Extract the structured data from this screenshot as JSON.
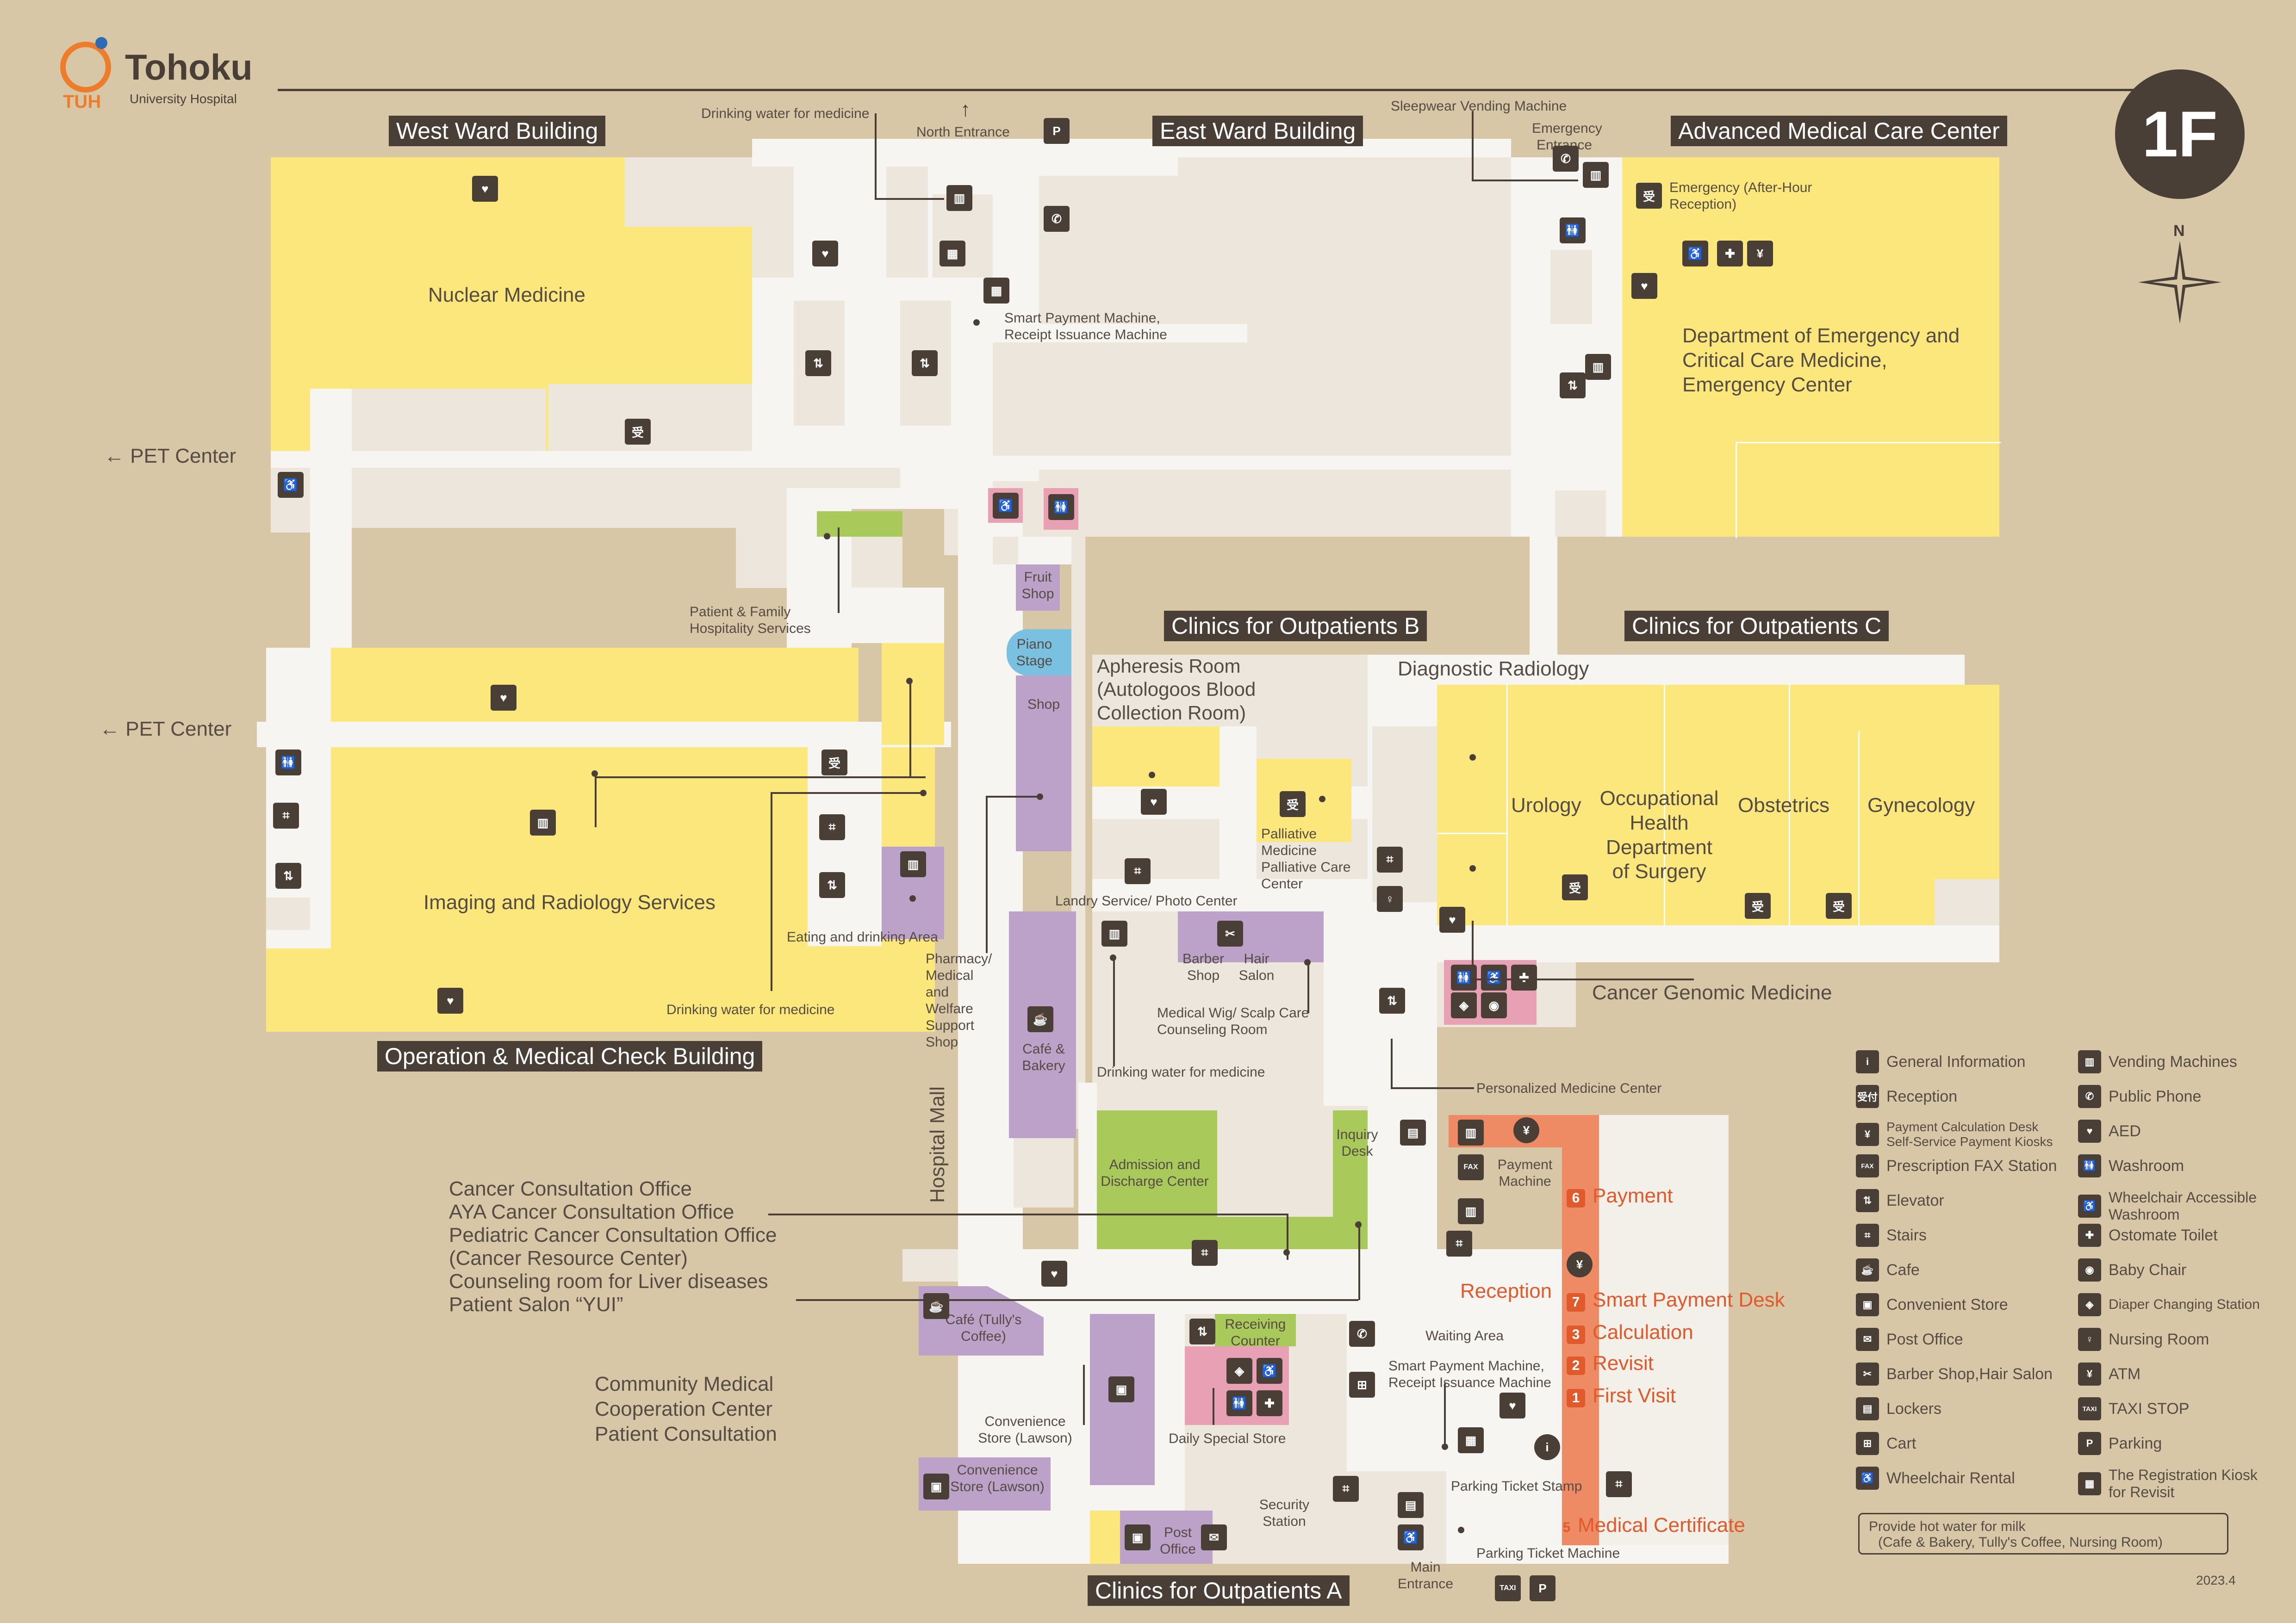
{
  "header": {
    "logo_text": "Tohoku",
    "logo_sub": "University Hospital",
    "logo_mark": "TUH",
    "floor": "1F",
    "compass": "N"
  },
  "buildings": {
    "west_ward": "West Ward Building",
    "east_ward": "East Ward Building",
    "advanced": "Advanced Medical Care Center",
    "operation": "Operation & Medical Check Building",
    "outpatients_a": "Clinics for Outpatients A",
    "outpatients_b": "Clinics for Outpatients B",
    "outpatients_c": "Clinics for Outpatients C"
  },
  "rooms": {
    "nuclear": "Nuclear Medicine",
    "imaging": "Imaging and Radiology Services",
    "emergency_dept": "Department of Emergency and Critical Care Medicine, Emergency Center",
    "emergency": "Emergency (After-Hour Reception)",
    "emergency_entrance": "Emergency Entrance",
    "apheresis": "Apheresis Room (Autologoos Blood Collection Room)",
    "palliative": "Palliative Medicine Palliative Care Center",
    "diagnostic": "Diagnostic Radiology",
    "urology": "Urology",
    "occupational": "Occupational Health Department of Surgery",
    "obstetrics": "Obstetrics",
    "gynecology": "Gynecology",
    "cancer_genomic": "Cancer Genomic Medicine",
    "personalized": "Personalized Medicine Center",
    "fruit_shop": "Fruit Shop",
    "piano": "Piano Stage",
    "shop": "Shop",
    "cafe_bakery": "Café & Bakery",
    "pharmacy": "Pharmacy/ Medical and Welfare Support Shop",
    "hospital_mall": "Hospital Mall",
    "landry": "Landry Service/ Photo Center",
    "barber": "Barber Shop",
    "hair": "Hair Salon",
    "wig": "Medical Wig/ Scalp Care Counseling Room",
    "drinking_water_1": "Drinking water for medicine",
    "drinking_water_2": "Drinking water for medicine",
    "drinking_water_3": "Drinking water for medicine",
    "eating_area": "Eating and drinking Area",
    "patient_family": "Patient & Family Hospitality Services",
    "north_entrance": "North Entrance",
    "smart_payment_top": "Smart Payment Machine, Receipt Issuance Machine",
    "sleepwear": "Sleepwear Vending Machine",
    "pet_center_1": "PET Center",
    "pet_center_2": "PET Center",
    "admission": "Admission and Discharge Center",
    "inquiry": "Inquiry Desk",
    "cafe_tullys": "Café (Tully's Coffee)",
    "conv_store_1": "Convenience Store (Lawson)",
    "conv_store_2": "Convenience Store (Lawson)",
    "receiving": "Receiving Counter",
    "daily_store": "Daily Special Store",
    "security": "Security Station",
    "post_office": "Post Office",
    "main_entrance": "Main Entrance",
    "parking_stamp": "Parking Ticket Stamp",
    "parking_machine": "Parking Ticket Machine",
    "waiting_area": "Waiting Area",
    "smart_payment_bottom": "Smart Payment Machine, Receipt Issuance Machine",
    "payment_machine": "Payment Machine",
    "reception": "Reception"
  },
  "consultation_list": [
    "Cancer Consultation Office",
    "AYA Cancer Consultation Office",
    "Pediatric Cancer Consultation Office",
    "(Cancer Resource Center)",
    "Counseling room for Liver diseases",
    "Patient Salon “YUI”"
  ],
  "community_list": [
    "Community Medical",
    "Cooperation Center",
    "Patient Consultation"
  ],
  "counters": [
    {
      "num": "6",
      "label": "Payment"
    },
    {
      "num": "7",
      "label": "Smart Payment Desk"
    },
    {
      "num": "3",
      "label": "Calculation"
    },
    {
      "num": "2",
      "label": "Revisit"
    },
    {
      "num": "1",
      "label": "First Visit"
    },
    {
      "num": "5",
      "label": "Medical Certificate"
    }
  ],
  "legend_left": [
    {
      "icon": "i",
      "name": "info-icon",
      "label": "General Information"
    },
    {
      "icon": "受付",
      "name": "reception-icon",
      "label": "Reception"
    },
    {
      "icon": "¥",
      "name": "yen-icon",
      "label": "Payment Calculation Desk Self-Service Payment Kiosks"
    },
    {
      "icon": "FAX",
      "name": "fax-icon",
      "label": "Prescription FAX Station"
    },
    {
      "icon": "⇅",
      "name": "elevator-icon",
      "label": "Elevator"
    },
    {
      "icon": "⌗",
      "name": "stairs-icon",
      "label": "Stairs"
    },
    {
      "icon": "☕",
      "name": "cafe-icon",
      "label": "Cafe"
    },
    {
      "icon": "▣",
      "name": "convenience-store-icon",
      "label": "Convenient Store"
    },
    {
      "icon": "✉",
      "name": "post-office-icon",
      "label": "Post Office"
    },
    {
      "icon": "✂",
      "name": "barber-icon",
      "label": "Barber Shop,Hair Salon"
    },
    {
      "icon": "▤",
      "name": "lockers-icon",
      "label": "Lockers"
    },
    {
      "icon": "⊞",
      "name": "cart-icon",
      "label": "Cart"
    },
    {
      "icon": "♿",
      "name": "wheelchair-icon",
      "label": "Wheelchair Rental"
    }
  ],
  "legend_right": [
    {
      "icon": "▥",
      "name": "vending-icon",
      "label": "Vending Machines"
    },
    {
      "icon": "✆",
      "name": "phone-icon",
      "label": "Public Phone"
    },
    {
      "icon": "♥",
      "name": "aed-icon",
      "label": "AED"
    },
    {
      "icon": "🚻",
      "name": "washroom-icon",
      "label": "Washroom"
    },
    {
      "icon": "♿",
      "name": "accessible-washroom-icon",
      "label": "Wheelchair Accessible Washroom"
    },
    {
      "icon": "✚",
      "name": "ostomate-icon",
      "label": "Ostomate Toilet"
    },
    {
      "icon": "◉",
      "name": "baby-chair-icon",
      "label": "Baby Chair"
    },
    {
      "icon": "◈",
      "name": "diaper-icon",
      "label": "Diaper Changing Station"
    },
    {
      "icon": "♀",
      "name": "nursing-icon",
      "label": "Nursing Room"
    },
    {
      "icon": "¥",
      "name": "atm-icon",
      "label": "ATM"
    },
    {
      "icon": "TAXI",
      "name": "taxi-icon",
      "label": "TAXI STOP"
    },
    {
      "icon": "P",
      "name": "parking-icon",
      "label": "Parking"
    },
    {
      "icon": "▦",
      "name": "kiosk-icon",
      "label": "The Registration Kiosk for Revisit"
    }
  ],
  "note": {
    "line1": "Provide hot water for milk",
    "line2": "(Cafe & Bakery, Tully's Coffee, Nursing Room)"
  },
  "date": "2023.4",
  "colors": {
    "background": "#d7c7a6",
    "clinic": "#fbe77b",
    "shop": "#bca1c8",
    "washroom": "#e8a0b4",
    "service": "#a9c95b",
    "accent": "#e15a2b",
    "dark": "#4a3f37"
  }
}
